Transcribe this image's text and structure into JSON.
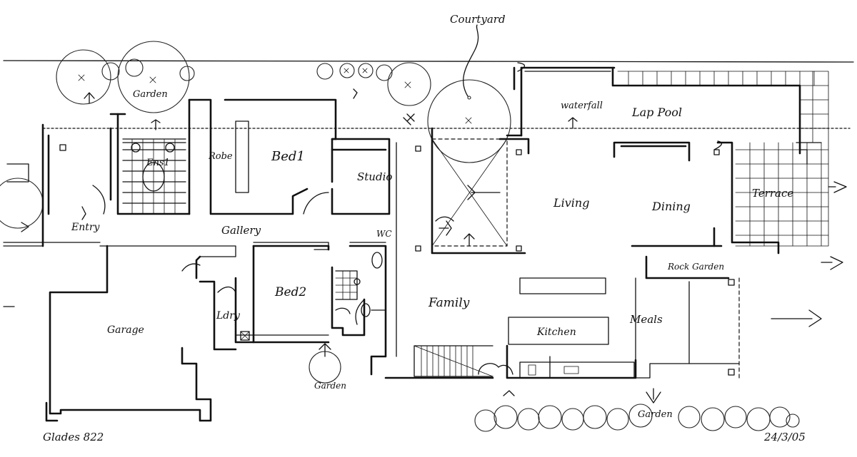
{
  "title": "Courtyard",
  "project": "Glades 822",
  "date": "24/3/05",
  "rooms": {
    "garden_top": "Garden",
    "ens1": "Ens1",
    "robe": "Robe",
    "bed1": "Bed1",
    "studio": "Studio",
    "waterfall": "waterfall",
    "lap_pool": "Lap Pool",
    "terrace": "Terrace",
    "entry": "Entry",
    "gallery": "Gallery",
    "living": "Living",
    "dining": "Dining",
    "wc": "WC",
    "rock_garden": "Rock Garden",
    "bed2": "Bed2",
    "family": "Family",
    "garage": "Garage",
    "ldry": "Ldry",
    "kitchen": "Kitchen",
    "meals": "Meals",
    "garden_bottom_mid": "Garden",
    "garden_bottom_right": "Garden"
  },
  "colors": {
    "ink": "#111111",
    "paper": "#ffffff"
  }
}
